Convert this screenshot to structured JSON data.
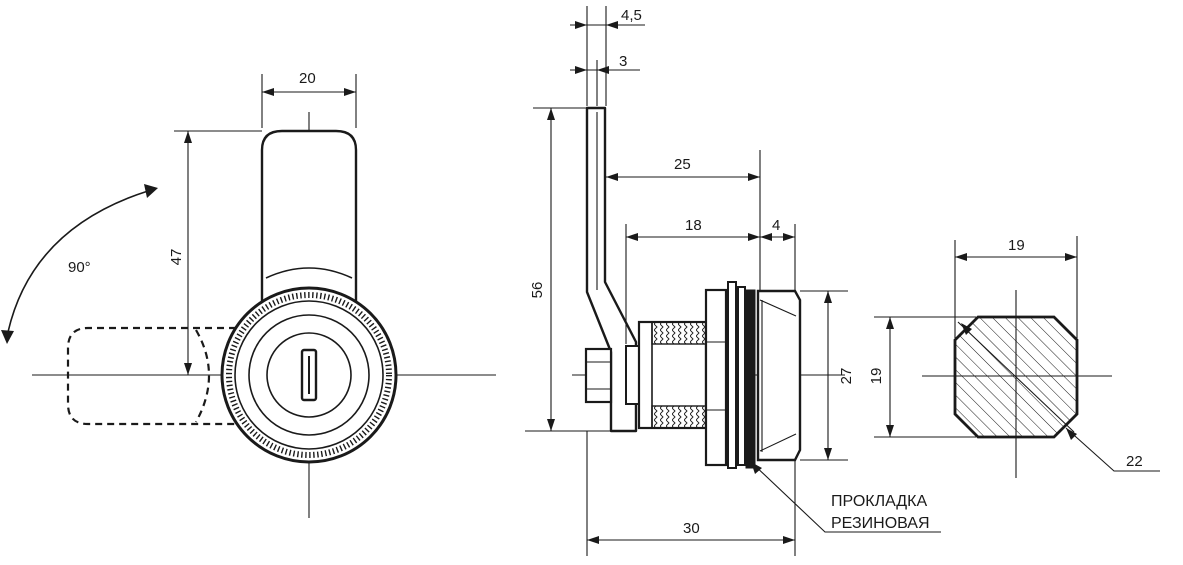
{
  "dimensions": {
    "front_width": "20",
    "front_height": "47",
    "rotation_angle": "90°",
    "thickness_total": "4,5",
    "thickness_plate": "3",
    "length_25": "25",
    "length_18": "18",
    "length_4": "4",
    "height_56": "56",
    "diameter_27": "27",
    "total_length": "30",
    "square_width": "19",
    "square_height": "19",
    "diagonal": "22"
  },
  "labels": {
    "gasket_line1": "ПРОКЛАДКА",
    "gasket_line2": "РЕЗИНОВАЯ"
  }
}
